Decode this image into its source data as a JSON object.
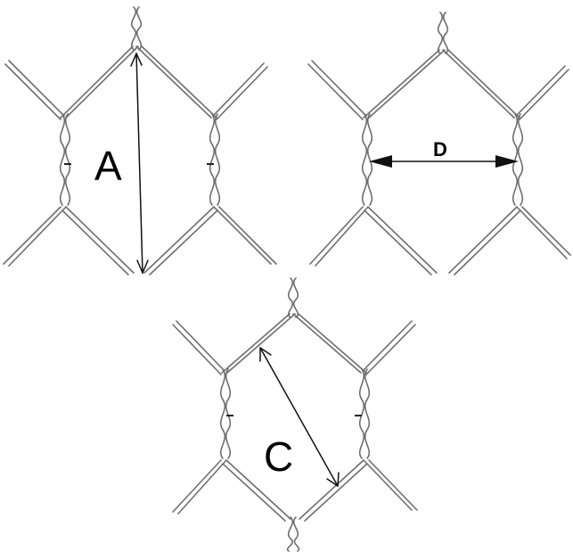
{
  "figure": {
    "panels": [
      {
        "id": "A",
        "label": "A",
        "dimension": "vertical"
      },
      {
        "id": "D",
        "label": "D",
        "dimension": "horizontal"
      },
      {
        "id": "C",
        "label": "C",
        "dimension": "diagonal"
      }
    ],
    "colors": {
      "wire": "#6e6e6e",
      "dimension": "#111111",
      "background": "#ffffff"
    }
  }
}
